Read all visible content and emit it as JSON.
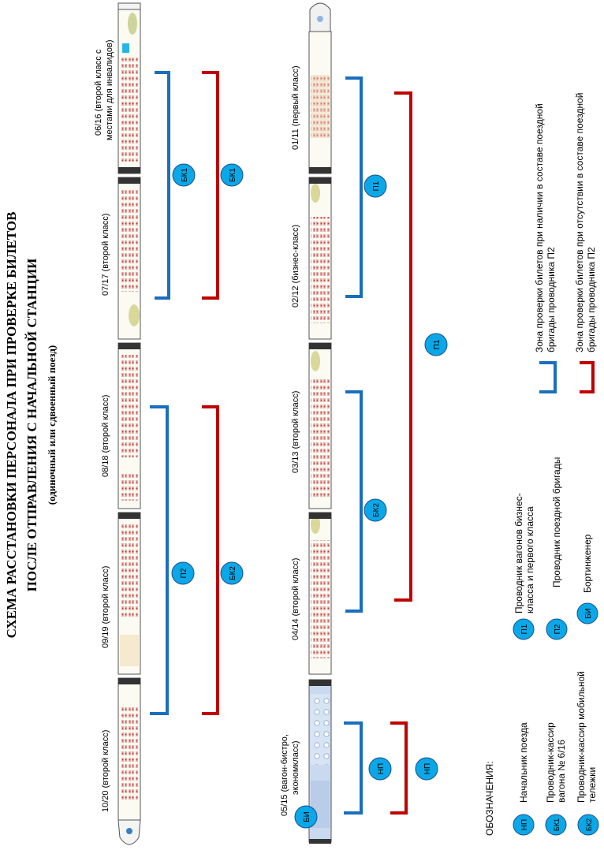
{
  "title": {
    "line1": "СХЕМА РАССТАНОВКИ ПЕРСОНАЛА ПРИ ПРОВЕРКЕ БИЛЕТОВ",
    "line2": "ПОСЛЕ ОТПРАВЛЕНИЯ С НАЧАЛЬНОЙ СТАНЦИИ",
    "line3": "(одиночный или сдвоенный поезд)"
  },
  "cars_left": [
    {
      "id": "c10",
      "label": "10/20 (второй класс)"
    },
    {
      "id": "c09",
      "label": "09/19 (второй класс)"
    },
    {
      "id": "c08",
      "label": "08/18 (второй класс)"
    },
    {
      "id": "c07",
      "label": "07/17 (второй класс)"
    },
    {
      "id": "c06",
      "label1": "06/16 (второй класс с",
      "label2": "местами для инвалидов)"
    }
  ],
  "cars_right": [
    {
      "id": "c05",
      "label1": "05/15 (вагон-бистро,",
      "label2": "экономкласс)"
    },
    {
      "id": "c04",
      "label": "04/14 (второй класс)"
    },
    {
      "id": "c03",
      "label": "03/13 (второй класс)"
    },
    {
      "id": "c02",
      "label": "02/12 (бизнес-класс)"
    },
    {
      "id": "c01",
      "label": "01/11 (первый класс)"
    }
  ],
  "badges": {
    "bk1_a": "БК1",
    "bk1_b": "БК1",
    "p2": "П2",
    "bk2_a": "БК2",
    "p1_a": "П1",
    "bk2_b": "БК2",
    "p1_b": "П1",
    "np_a": "НП",
    "np_b": "НП",
    "bi": "БИ"
  },
  "legend": {
    "heading": "ОБОЗНАЧЕНИЯ:",
    "np": "НП",
    "np_text": "Начальник поезда",
    "bk1": "БК1",
    "bk1_text1": "Проводник-кассир",
    "bk1_text2": "вагона № 6/16",
    "bk2": "БК2",
    "bk2_text1": "Проводник-кассир мобильной",
    "bk2_text2": "тележки",
    "p1": "П1",
    "p1_text1": "Проводник вагонов бизнес-",
    "p1_text2": "класса и первого класса",
    "p2": "П2",
    "p2_text": "Проводник поездной бригады",
    "bi": "БИ",
    "bi_text": "Бортинженер",
    "blue_text1": "Зона проверки билетов при наличии в составе поездной",
    "blue_text2": "бригады проводника П2",
    "red_text1": "Зона проверки билетов при отсутствии в составе поездной",
    "red_text2": "бригады проводника П2"
  },
  "colors": {
    "blue": "#1a6fbd",
    "red": "#c00000",
    "badge": "#0aa8e8",
    "seat": "#e8b6b0",
    "seatdot": "#c8504a",
    "bistro": "#c9daf0"
  }
}
